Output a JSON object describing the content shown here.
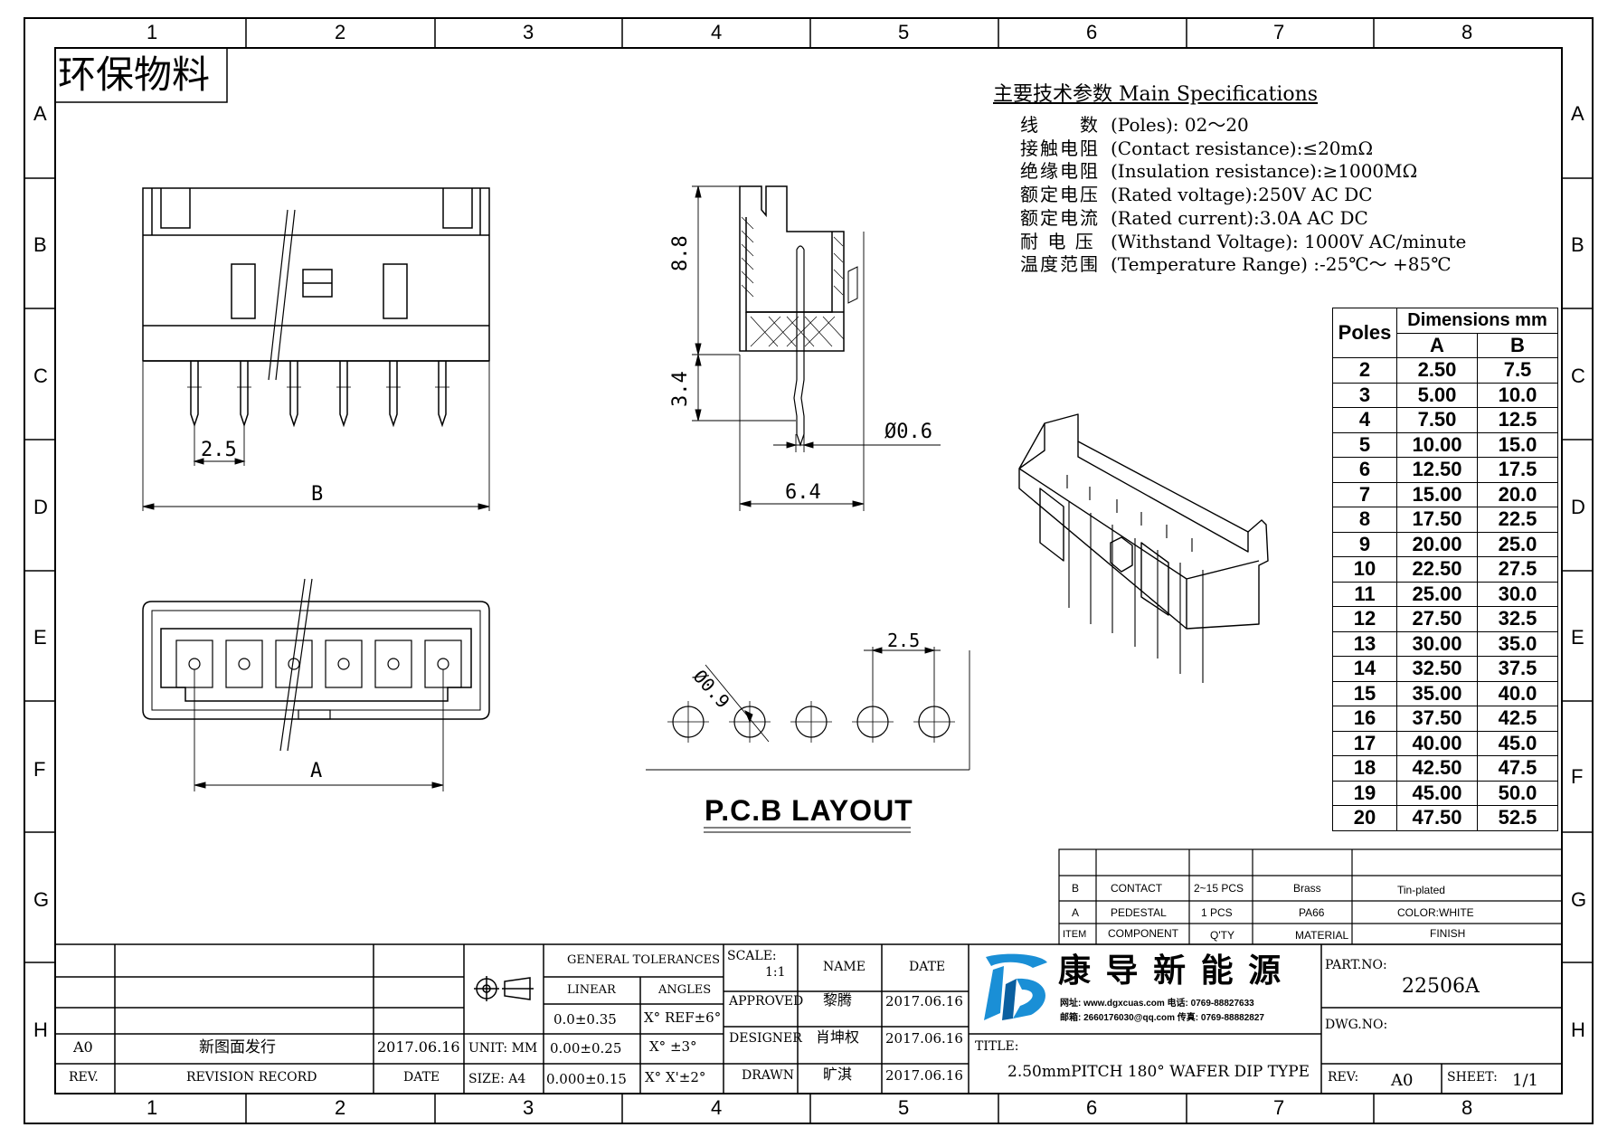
{
  "stamp": "环保物料",
  "grid": {
    "columns": [
      "1",
      "2",
      "3",
      "4",
      "5",
      "6",
      "7",
      "8"
    ],
    "rows": [
      "A",
      "B",
      "C",
      "D",
      "E",
      "F",
      "G",
      "H"
    ]
  },
  "specs": {
    "title": "主要技术参数 Main Specifications",
    "items": [
      {
        "zh": "线　　数",
        "en": "(Poles): 02～20"
      },
      {
        "zh": "接触电阻",
        "en": "(Contact resistance):≤20mΩ"
      },
      {
        "zh": "绝缘电阻",
        "en": "(Insulation resistance):≥1000MΩ"
      },
      {
        "zh": "额定电压",
        "en": "(Rated voltage):250V AC DC"
      },
      {
        "zh": "额定电流",
        "en": "(Rated current):3.0A AC DC"
      },
      {
        "zh": "耐 电 压",
        "en": "(Withstand Voltage): 1000V AC/minute"
      },
      {
        "zh": "温度范围",
        "en": "(Temperature Range) :-25℃～ +85℃"
      }
    ]
  },
  "dimensions_table": {
    "poles_header": "Poles",
    "dims_header": "Dimensions mm",
    "col_a": "A",
    "col_b": "B",
    "rows": [
      [
        "2",
        "2.50",
        "7.5"
      ],
      [
        "3",
        "5.00",
        "10.0"
      ],
      [
        "4",
        "7.50",
        "12.5"
      ],
      [
        "5",
        "10.00",
        "15.0"
      ],
      [
        "6",
        "12.50",
        "17.5"
      ],
      [
        "7",
        "15.00",
        "20.0"
      ],
      [
        "8",
        "17.50",
        "22.5"
      ],
      [
        "9",
        "20.00",
        "25.0"
      ],
      [
        "10",
        "22.50",
        "27.5"
      ],
      [
        "11",
        "25.00",
        "30.0"
      ],
      [
        "12",
        "27.50",
        "32.5"
      ],
      [
        "13",
        "30.00",
        "35.0"
      ],
      [
        "14",
        "32.50",
        "37.5"
      ],
      [
        "15",
        "35.00",
        "40.0"
      ],
      [
        "16",
        "37.50",
        "42.5"
      ],
      [
        "17",
        "40.00",
        "45.0"
      ],
      [
        "18",
        "42.50",
        "47.5"
      ],
      [
        "19",
        "45.00",
        "50.0"
      ],
      [
        "20",
        "47.50",
        "52.5"
      ]
    ]
  },
  "drawing_labels": {
    "front_pitch": "2.5",
    "front_width": "B",
    "side_height_top": "8.8",
    "side_height_bottom": "3.4",
    "side_pin_dia": "Ø0.6",
    "side_depth": "6.4",
    "bottom_width": "A",
    "pcb_pitch": "2.5",
    "pcb_hole": "Ø0.9",
    "pcb_title": "P.C.B LAYOUT"
  },
  "bom": [
    {
      "item": "B",
      "component": "CONTACT",
      "qty": "2~15 PCS",
      "material": "Brass",
      "finish": "Tin-plated"
    },
    {
      "item": "A",
      "component": "PEDESTAL",
      "qty": "1 PCS",
      "material": "PA66",
      "finish": "COLOR:WHITE"
    }
  ],
  "bom_headers": {
    "item": "ITEM",
    "component": "COMPONENT",
    "qty": "Q'TY",
    "material": "MATERIAL",
    "finish": "FINISH"
  },
  "revision": {
    "rev": "A0",
    "record": "新图面发行",
    "date": "2017.06.16",
    "rev_header": "REV.",
    "record_header": "REVISION RECORD",
    "date_header": "DATE"
  },
  "tolerances": {
    "title": "GENERAL TOLERANCES",
    "linear_header": "LINEAR",
    "angles_header": "ANGLES",
    "rows": [
      [
        "0.0±0.35",
        "X° REF±6°"
      ],
      [
        "0.00±0.25",
        "X° ±3°"
      ],
      [
        "0.000±0.15",
        "X° X'±2°"
      ]
    ],
    "unit": "UNIT: MM",
    "size": "SIZE: A4"
  },
  "approval": {
    "scale_label": "SCALE:",
    "scale": "1:1",
    "name_header": "NAME",
    "date_header": "DATE",
    "rows": [
      {
        "role": "APPROVED",
        "name": "黎腾",
        "date": "2017.06.16"
      },
      {
        "role": "DESIGNER",
        "name": "肖坤权",
        "date": "2017.06.16"
      },
      {
        "role": "DRAWN",
        "name": "旷淇",
        "date": "2017.06.16"
      }
    ]
  },
  "company": {
    "name": "康 导 新 能 源",
    "line1": "网址: www.dgxcuas.com  电话: 0769-88827633",
    "line2": "邮箱: 2660176030@qq.com  传真: 0769-88882827",
    "logo_color": "#1a8fd6"
  },
  "title_block": {
    "title_label": "TITLE:",
    "title": "2.50mmPITCH 180° WAFER DIP TYPE",
    "part_label": "PART.NO:",
    "part_no": "22506A",
    "dwg_label": "DWG.NO:",
    "rev_label": "REV:",
    "rev": "A0",
    "sheet_label": "SHEET:",
    "sheet": "1/1"
  }
}
